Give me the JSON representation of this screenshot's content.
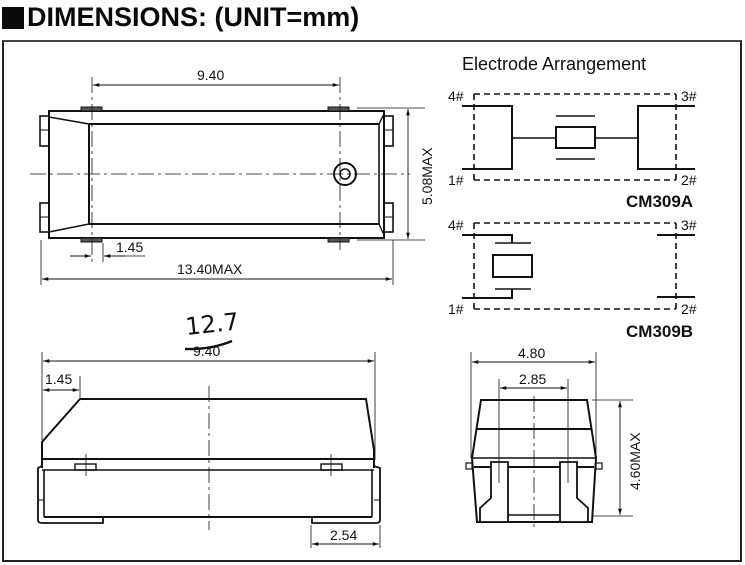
{
  "header": {
    "title_icon": "black-square-icon",
    "title": "DIMENSIONS: (UNIT=mm)"
  },
  "top_view": {
    "dim_pad_pitch": "9.40",
    "dim_height": "5.08MAX",
    "dim_pad_offset": "1.45",
    "dim_length": "13.40MAX"
  },
  "electrode": {
    "heading": "Electrode Arrangement",
    "variants": [
      {
        "name": "CM309A",
        "pins": {
          "p4": "4#",
          "p3": "3#",
          "p1": "1#",
          "p2": "2#"
        }
      },
      {
        "name": "CM309B",
        "pins": {
          "p4": "4#",
          "p3": "3#",
          "p1": "1#",
          "p2": "2#"
        }
      }
    ]
  },
  "side_view": {
    "handwritten_correction": "12.7",
    "dim_length_struck": "9.40",
    "dim_chamfer": "1.45",
    "dim_pad": "2.54"
  },
  "end_view": {
    "dim_width": "4.80",
    "dim_pad_spacing": "2.85",
    "dim_height": "4.60MAX"
  }
}
